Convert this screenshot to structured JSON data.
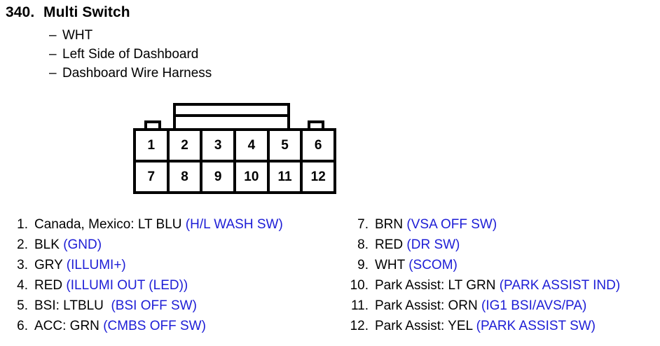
{
  "header": {
    "number": "340.",
    "title": "Multi Switch",
    "subtitles": [
      {
        "dash": "–",
        "text": "WHT"
      },
      {
        "dash": "–",
        "text": "Left Side of Dashboard"
      },
      {
        "dash": "–",
        "text": "Dashboard Wire Harness"
      }
    ]
  },
  "connector": {
    "rows": [
      [
        "1",
        "2",
        "3",
        "4",
        "5",
        "6"
      ],
      [
        "7",
        "8",
        "9",
        "10",
        "11",
        "12"
      ]
    ]
  },
  "colors": {
    "signal_blue": "#1d1dd6",
    "outline_black": "#000000"
  },
  "pins": {
    "left": [
      {
        "index": "1.",
        "desc": "Canada, Mexico: LT BLU ",
        "signal": "(H/L WASH SW)"
      },
      {
        "index": "2.",
        "desc": "BLK ",
        "signal": "(GND)"
      },
      {
        "index": "3.",
        "desc": "GRY ",
        "signal": "(ILLUMI+)"
      },
      {
        "index": "4.",
        "desc": "RED ",
        "signal": "(ILLUMI OUT (LED))"
      },
      {
        "index": "5.",
        "desc": "BSI: LTBLU  ",
        "signal": "(BSI OFF SW)"
      },
      {
        "index": "6.",
        "desc": "ACC: GRN ",
        "signal": "(CMBS OFF SW)"
      }
    ],
    "right": [
      {
        "index": "7.",
        "desc": "BRN ",
        "signal": "(VSA OFF SW)"
      },
      {
        "index": "8.",
        "desc": "RED ",
        "signal": "(DR SW)"
      },
      {
        "index": "9.",
        "desc": "WHT ",
        "signal": "(SCOM)"
      },
      {
        "index": "10.",
        "desc": "Park Assist: LT GRN ",
        "signal": "(PARK ASSIST IND)"
      },
      {
        "index": "11.",
        "desc": "Park Assist: ORN ",
        "signal": "(IG1 BSI/AVS/PA)"
      },
      {
        "index": "12.",
        "desc": "Park Assist: YEL ",
        "signal": "(PARK ASSIST SW)"
      }
    ]
  }
}
